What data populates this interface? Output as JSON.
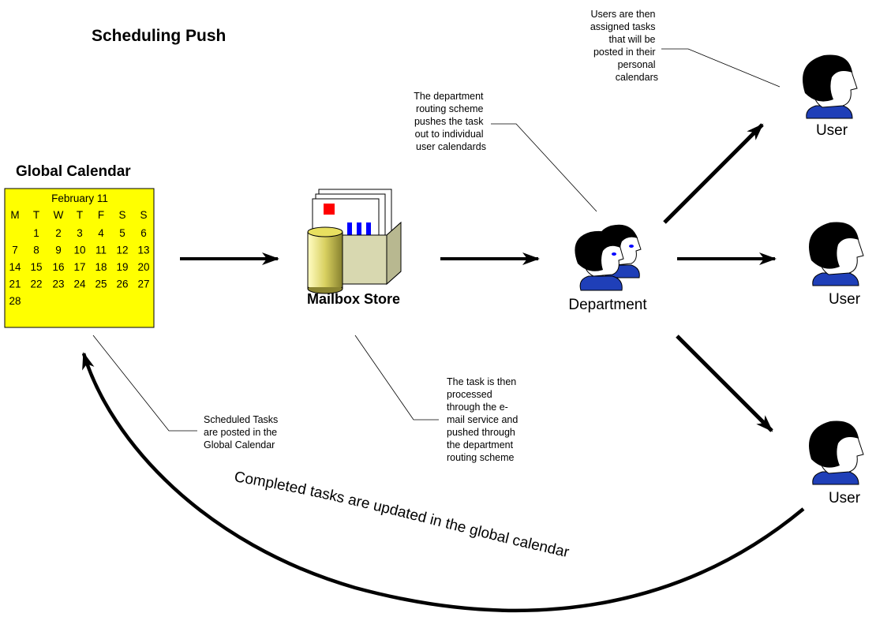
{
  "title": "Scheduling Push",
  "global_calendar": {
    "label": "Global Calendar",
    "month": "February 11",
    "weekdays": [
      "M",
      "T",
      "W",
      "T",
      "F",
      "S",
      "S"
    ],
    "weeks": [
      [
        "",
        "1",
        "2",
        "3",
        "4",
        "5",
        "6"
      ],
      [
        "7",
        "8",
        "9",
        "10",
        "11",
        "12",
        "13"
      ],
      [
        "14",
        "15",
        "16",
        "17",
        "18",
        "19",
        "20"
      ],
      [
        "21",
        "22",
        "23",
        "24",
        "25",
        "26",
        "27"
      ],
      [
        "28",
        "",
        "",
        "",
        "",
        "",
        ""
      ]
    ]
  },
  "mailbox": {
    "label": "Mailbox Store"
  },
  "department": {
    "label": "Department"
  },
  "users": [
    "User",
    "User",
    "User"
  ],
  "notes": {
    "users_assigned": [
      "Users are then",
      "assigned tasks",
      "that will be",
      "posted in their",
      "personal",
      "calendars"
    ],
    "department_routing": [
      "The department",
      "routing scheme",
      "pushes the task",
      "out to individual",
      "user calendards"
    ],
    "scheduled_tasks": [
      "Scheduled Tasks",
      "are posted in the",
      "Global Calendar"
    ],
    "task_processed": [
      "The task is then",
      "processed",
      "through the e-",
      "mail service and",
      "pushed through",
      "the department",
      "routing scheme"
    ]
  },
  "curved_caption": "Completed tasks are updated in the global calendar",
  "colors": {
    "calendar_fill": "#ffff00",
    "shirt_blue": "#1f3fb8",
    "hair": "#000000",
    "skin": "#ffffff",
    "doc_red": "#ff0000",
    "doc_blue": "#0000ff",
    "cylinder": "#d8d060",
    "tray": "#d8d8b0"
  },
  "icons": {
    "mailbox": "mailbox-store-icon",
    "department": "department-people-icon",
    "user": "user-person-icon"
  }
}
